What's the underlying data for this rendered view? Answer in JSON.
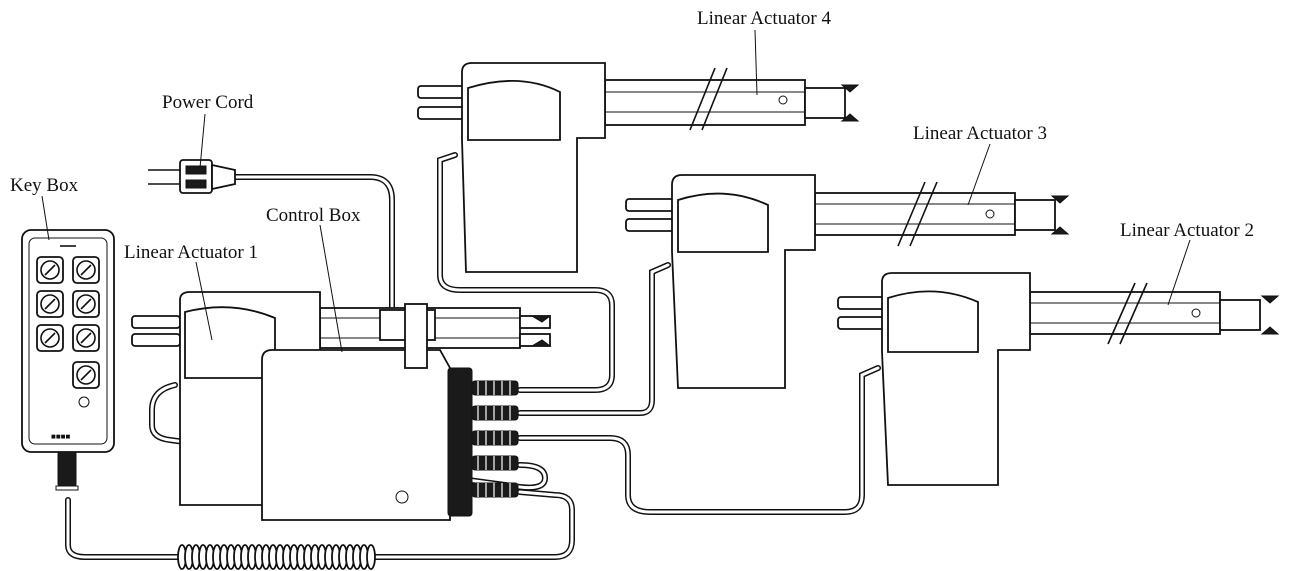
{
  "labels": {
    "linear_actuator_4": "Linear Actuator 4",
    "linear_actuator_3": "Linear Actuator 3",
    "linear_actuator_2": "Linear Actuator 2",
    "linear_actuator_1": "Linear Actuator 1",
    "power_cord": "Power Cord",
    "key_box": "Key Box",
    "control_box": "Control Box"
  },
  "colors": {
    "line": "#111111",
    "background": "#ffffff"
  },
  "icons": [
    "up-arrow-icon",
    "down-arrow-icon",
    "wrench-icon",
    "logo-icon"
  ]
}
